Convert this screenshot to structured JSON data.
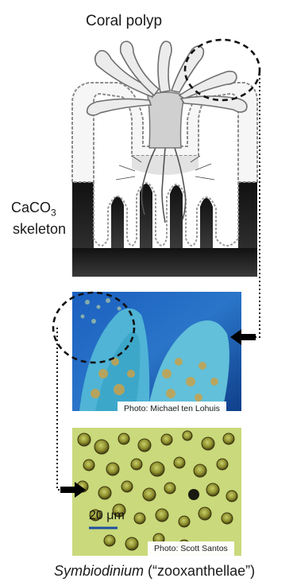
{
  "title": "Coral polyp",
  "skeleton_label": {
    "formula_prefix": "CaCO",
    "formula_subscript": "3",
    "word": "skeleton"
  },
  "photo1": {
    "credit": "Photo: Michael ten Lohuis"
  },
  "photo2": {
    "credit": "Photo: Scott Santos",
    "scale_bar_label": "20 μm"
  },
  "caption": {
    "genus": "Symbiodinium",
    "common": " (“zooxanthellae”)"
  },
  "colors": {
    "skeleton": "#2a2a2a",
    "tissue_light": "#f4f4f4",
    "photo1_blue": "#1a5fb8",
    "photo1_tissue": "#5ab8d6",
    "photo2_background": "#c9d87a",
    "scale_bar": "#1f4fa0",
    "arrow": "#000000"
  }
}
